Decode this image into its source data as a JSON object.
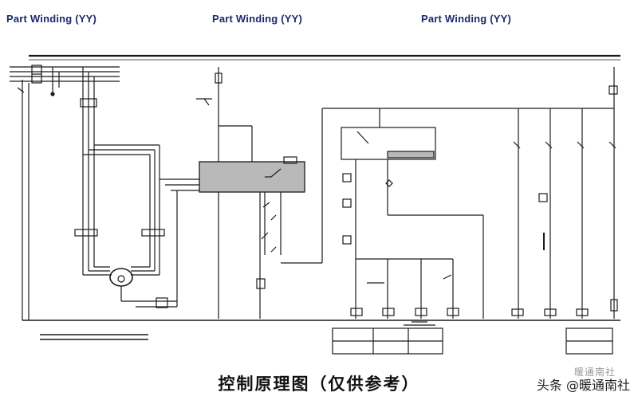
{
  "diagram": {
    "headers": [
      "Part Winding (YY)",
      "Part Winding (YY)",
      "Part Winding (YY)"
    ],
    "caption": "控制原理图（仅供参考）",
    "watermark": "头条 @暖通南社",
    "watermark_faint": "暖通南社"
  },
  "colors": {
    "line": "#1a1a1a",
    "header_text": "#1b2b6b",
    "controller_fill": "#b9b9b9",
    "background": "#ffffff"
  }
}
